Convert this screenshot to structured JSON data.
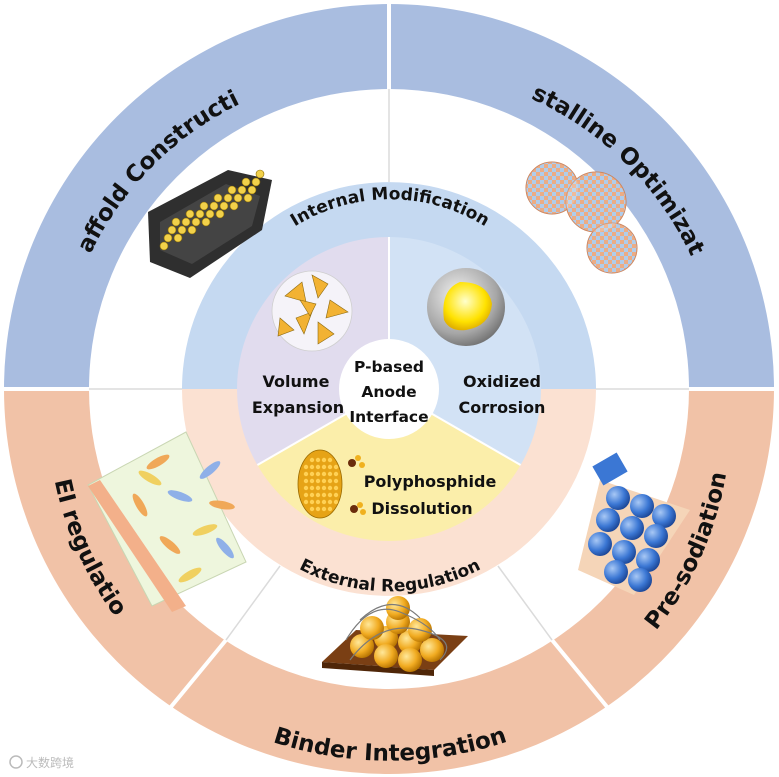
{
  "center": {
    "line1": "P-based",
    "line2": "Anode",
    "line3": "Interface"
  },
  "inner_sectors": {
    "volume": {
      "line1": "Volume",
      "line2": "Expansion"
    },
    "oxidized": {
      "line1": "Oxidized",
      "line2": "Corrosion"
    },
    "polyphosphide": {
      "line1": "Polyphosphide",
      "line2": "Dissolution"
    }
  },
  "middle_ring": {
    "top": "Internal Modification",
    "bottom": "External Regulation"
  },
  "outer_ring": {
    "scaffold": "Scaffold Construction",
    "crystalline": "Crystalline Optimization",
    "sei": "SEI regulation",
    "presodiation": "Pre-sodiation",
    "binder": "Binder Integration"
  },
  "watermark": "大数跨境",
  "colors": {
    "outer_blue": "#a9bde0",
    "outer_orange": "#f1c2a7",
    "middle_blue": "#c5d9f1",
    "middle_orange": "#fbe1d2",
    "inner_purple": "#e1dcee",
    "inner_blue": "#d2e2f5",
    "inner_yellow": "#fbeeaa"
  }
}
